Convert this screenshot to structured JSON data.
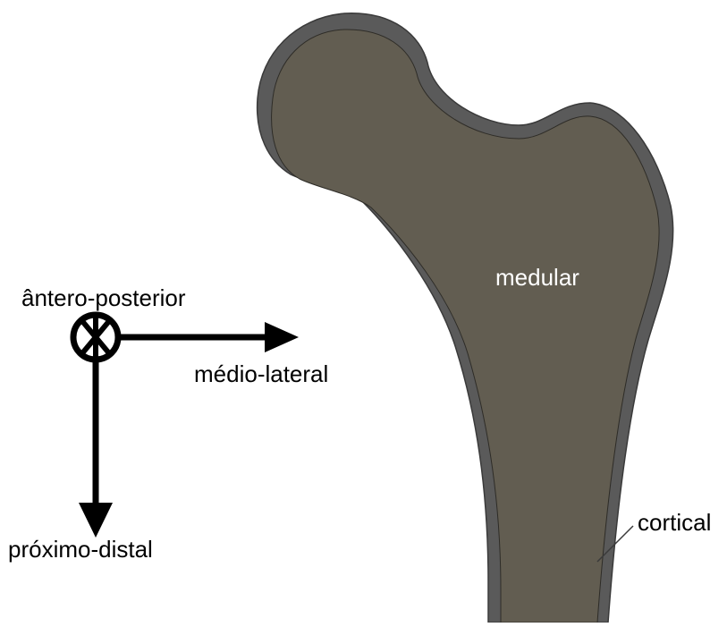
{
  "diagram": {
    "labels": {
      "medullary": "medular",
      "cortical": "cortical",
      "anteroposterior": "ântero-posterior",
      "mediolateral": "médio-lateral",
      "proximodistal": "próximo-distal"
    },
    "colors": {
      "cortical_bone": "#5a5a5a",
      "cortical_edge": "#3a3a3a",
      "medullary_bone": "#625d51",
      "axes": "#000000",
      "background": "#ffffff"
    }
  }
}
